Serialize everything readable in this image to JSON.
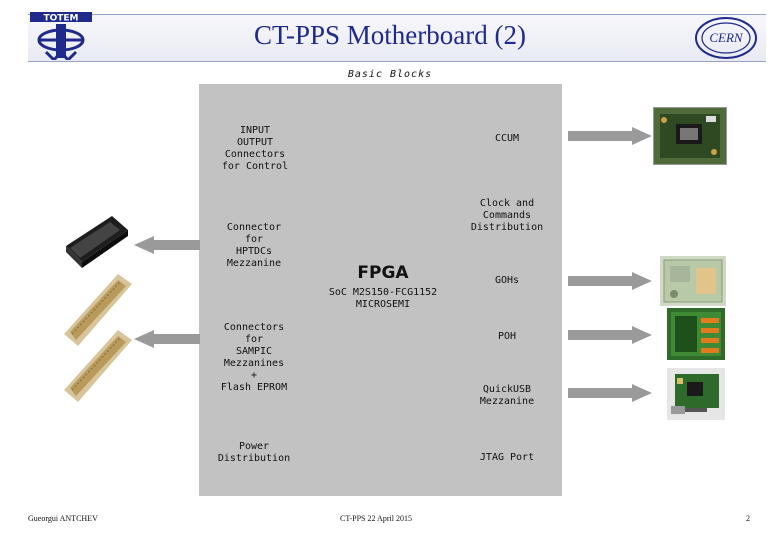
{
  "slide": {
    "title": "CT-PPS Motherboard (2)",
    "subtitle": "Basic Blocks",
    "logo_left": "TOTEM",
    "logo_right": "CERN"
  },
  "blocks": {
    "io": "INPUT\nOUTPUT\nConnectors\nfor Control",
    "ccum": "CCUM",
    "clock": "Clock and\nCommands\nDistribution",
    "hptdc": "Connector\nfor\nHPTDCs\nMezzanine",
    "fpga": "FPGA",
    "soc": "SoC M2S150-FCG1152\nMICROSEMI",
    "gohs": "GOHs",
    "sampic": "Connectors\nfor\nSAMPIC\nMezzanines\n+\nFlash EPROM",
    "poh": "POH",
    "quickusb": "QuickUSB\nMezzanine",
    "power": "Power\nDistribution",
    "jtag": "JTAG Port"
  },
  "footer": {
    "author": "Gueorgui ANTCHEV",
    "event": "CT-PPS 22 April 2015",
    "page": "2"
  },
  "colors": {
    "title": "#1f2a8a",
    "board": "#c2c2c2",
    "arrow": "#9a9a9a"
  }
}
